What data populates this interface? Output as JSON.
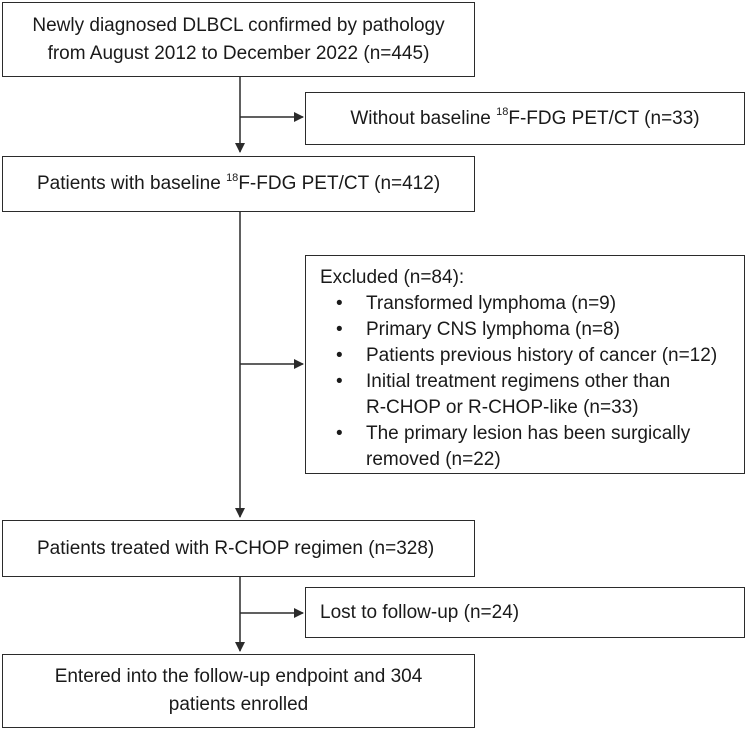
{
  "boxes": {
    "diagnosed": {
      "line1": "Newly diagnosed DLBCL confirmed by pathology",
      "line2": "from August 2012 to December 2022 (n=445)"
    },
    "without_baseline": {
      "pre": "Without baseline ",
      "sup": "18",
      "post": "F-FDG PET/CT (n=33)"
    },
    "with_baseline": {
      "pre": "Patients with baseline ",
      "sup": "18",
      "post": "F-FDG PET/CT (n=412)"
    },
    "excluded": {
      "title": "Excluded (n=84):",
      "bullet": "•",
      "items": [
        "Transformed lymphoma (n=9)",
        "Primary CNS lymphoma (n=8)",
        "Patients previous history of cancer (n=12)",
        "Initial treatment regimens other than R-CHOP or R-CHOP-like (n=33)",
        "The primary lesion has been surgically removed (n=22)"
      ]
    },
    "treated": {
      "text": "Patients treated with R-CHOP regimen (n=328)"
    },
    "lost": {
      "text": "Lost to follow-up (n=24)"
    },
    "enrolled": {
      "line1": "Entered into the follow-up endpoint and 304",
      "line2": "patients enrolled"
    }
  },
  "colors": {
    "line": "#2b2b2b",
    "text": "#1a1a1a"
  }
}
